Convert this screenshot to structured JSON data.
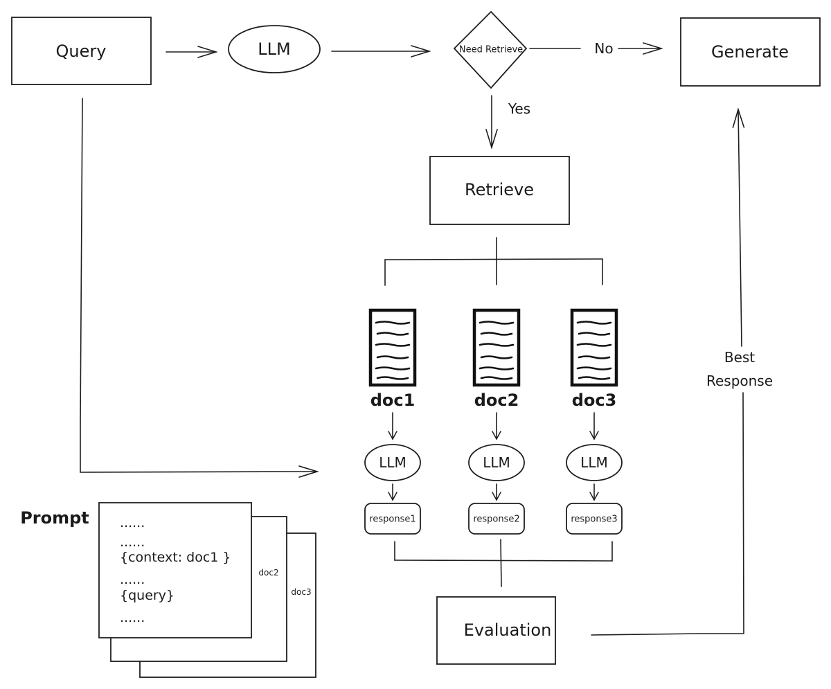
{
  "diagram": {
    "title": "Self-RAG style retrieval flow",
    "nodes": {
      "query": "Query",
      "llm_top": "LLM",
      "need_retrieve": "Need Retrieve",
      "generate": "Generate",
      "retrieve": "Retrieve",
      "evaluation": "Evaluation"
    },
    "edge_labels": {
      "no": "No",
      "yes": "Yes",
      "best_response_line1": "Best",
      "best_response_line2": "Response"
    },
    "documents": [
      {
        "label": "doc1",
        "llm": "LLM",
        "response": "response1"
      },
      {
        "label": "doc2",
        "llm": "LLM",
        "response": "response2"
      },
      {
        "label": "doc3",
        "llm": "LLM",
        "response": "response3"
      }
    ],
    "prompt": {
      "title": "Prompt",
      "lines": [
        "......",
        "......",
        "{context: doc1 }",
        "......",
        "{query}",
        "......"
      ],
      "stack_labels": [
        "doc2",
        "doc3"
      ]
    },
    "colors": {
      "stroke": "#1e1e1e",
      "background": "#ffffff"
    }
  }
}
